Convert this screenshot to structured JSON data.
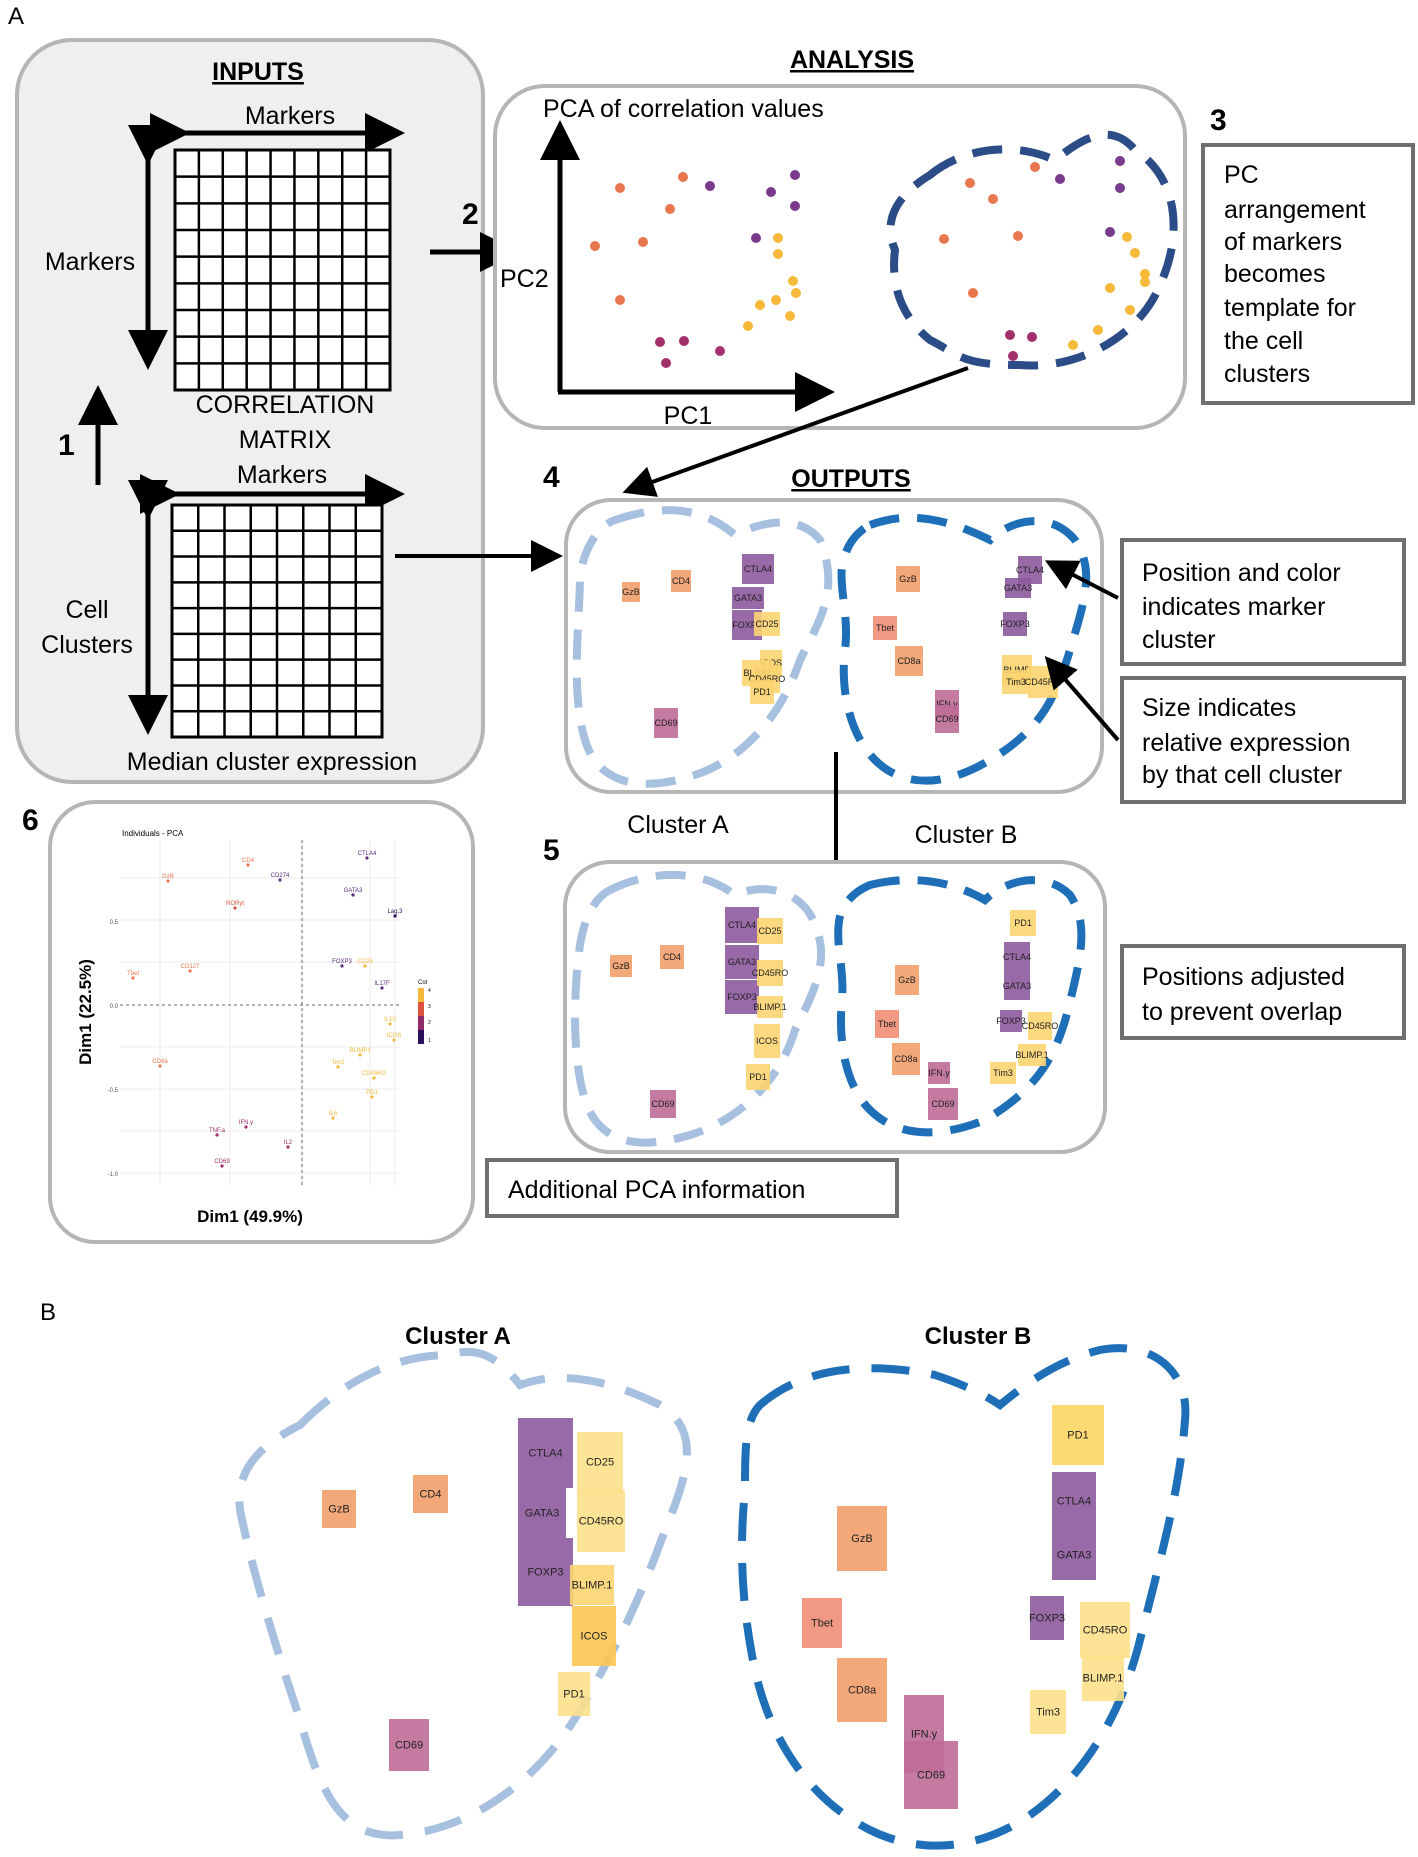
{
  "figure": {
    "panel_a_letter": "A",
    "panel_b_letter": "B"
  },
  "inputs": {
    "title": "INPUTS",
    "markers_top": "Markers",
    "markers_side": "Markers",
    "correlation_label_1": "CORRELATION",
    "correlation_label_2": "MATRIX",
    "markers_bottom": "Markers",
    "cell_label_1": "Cell",
    "cell_label_2": "Clusters",
    "median_label": "Median cluster expression"
  },
  "steps": {
    "s1": "1",
    "s2": "2",
    "s3": "3",
    "s4": "4",
    "s5": "5",
    "s6": "6"
  },
  "analysis": {
    "title": "ANALYSIS",
    "pca_title": "PCA of correlation values",
    "pc1": "PC1",
    "pc2": "PC2"
  },
  "note3": {
    "lines": [
      "PC",
      "arrangement",
      "of markers",
      "becomes",
      "template for",
      "the cell",
      "clusters"
    ]
  },
  "outputs": {
    "title": "OUTPUTS"
  },
  "note_pos": {
    "lines": [
      "Position and color",
      "indicates marker",
      "cluster"
    ]
  },
  "note_size": {
    "lines": [
      "Size indicates",
      "relative expression",
      "by that cell cluster"
    ]
  },
  "cluster_a_label": "Cluster A",
  "cluster_b_label": "Cluster B",
  "note_adjust": {
    "lines": [
      "Positions adjusted",
      "to prevent overlap"
    ]
  },
  "note_pca_info": "Additional PCA information",
  "pca6": {
    "title": "Individuals - PCA",
    "xlabel": "Dim1 (49.9%)",
    "ylabel": "Dim1 (22.5%)",
    "legend_title": "Col",
    "legend_ticks": [
      "4",
      "3",
      "2",
      "1"
    ],
    "yticks": [
      "0.5",
      "0.0",
      "-0.5",
      "-1.0"
    ],
    "points": [
      {
        "label": "GzB",
        "color": "#e8764f"
      },
      {
        "label": "CD4",
        "color": "#e8764f"
      },
      {
        "label": "CD274",
        "color": "#5a2d82"
      },
      {
        "label": "CTLA4",
        "color": "#5a2d82"
      },
      {
        "label": "GATA3",
        "color": "#5a2d82"
      },
      {
        "label": "RORyt",
        "color": "#d9533f"
      },
      {
        "label": "Lag.3",
        "color": "#2c0f5a"
      },
      {
        "label": "Tbet",
        "color": "#e8764f"
      },
      {
        "label": "CD127",
        "color": "#e8764f"
      },
      {
        "label": "FOXP3",
        "color": "#5a2d82"
      },
      {
        "label": "CD25",
        "color": "#f4b73c"
      },
      {
        "label": "IL17F",
        "color": "#5a2d82"
      },
      {
        "label": "IL10",
        "color": "#f4b73c"
      },
      {
        "label": "ICOS",
        "color": "#f4b73c"
      },
      {
        "label": "BLIMP1",
        "color": "#f4b73c"
      },
      {
        "label": "Tim3",
        "color": "#f4b73c"
      },
      {
        "label": "CD45RO",
        "color": "#f4b73c"
      },
      {
        "label": "PD1",
        "color": "#f4b73c"
      },
      {
        "label": "CD8a",
        "color": "#e8764f"
      },
      {
        "label": "IL6",
        "color": "#f4b73c"
      },
      {
        "label": "IFN.y",
        "color": "#a3306a"
      },
      {
        "label": "TNF.a",
        "color": "#a3306a"
      },
      {
        "label": "IL2",
        "color": "#a3306a"
      },
      {
        "label": "CD69",
        "color": "#a3306a"
      }
    ]
  },
  "panel_b": {
    "cluster_a": {
      "title": "Cluster A",
      "markers": [
        {
          "label": "GzB",
          "color": "#f29e6b"
        },
        {
          "label": "CD4",
          "color": "#f29e6b"
        },
        {
          "label": "CTLA4",
          "color": "#8e5a9e"
        },
        {
          "label": "GATA3",
          "color": "#8e5a9e"
        },
        {
          "label": "FOXP3",
          "color": "#8e5a9e"
        },
        {
          "label": "CD25",
          "color": "#fde08a"
        },
        {
          "label": "CD45RO",
          "color": "#fde08a"
        },
        {
          "label": "BLIMP.1",
          "color": "#fcd471"
        },
        {
          "label": "ICOS",
          "color": "#fcc652"
        },
        {
          "label": "PD1",
          "color": "#fde08a"
        },
        {
          "label": "CD69",
          "color": "#bf6b98"
        }
      ]
    },
    "cluster_b": {
      "title": "Cluster B",
      "markers": [
        {
          "label": "PD1",
          "color": "#fdd563"
        },
        {
          "label": "CTLA4",
          "color": "#8e5a9e"
        },
        {
          "label": "GATA3",
          "color": "#8e5a9e"
        },
        {
          "label": "GzB",
          "color": "#f29e6b"
        },
        {
          "label": "Tbet",
          "color": "#ef8e74"
        },
        {
          "label": "FOXP3",
          "color": "#8e5a9e"
        },
        {
          "label": "CD45RO",
          "color": "#fde08a"
        },
        {
          "label": "BLIMP.1",
          "color": "#fde08a"
        },
        {
          "label": "CD8a",
          "color": "#f29e6b"
        },
        {
          "label": "IFN.y",
          "color": "#bf6b98"
        },
        {
          "label": "CD69",
          "color": "#bf6b98"
        },
        {
          "label": "Tim3",
          "color": "#fde08a"
        }
      ]
    }
  },
  "outputs_a": [
    {
      "label": "GzB",
      "color": "#f29e6b"
    },
    {
      "label": "CD4",
      "color": "#f29e6b"
    },
    {
      "label": "CTLA4",
      "color": "#8e5a9e"
    },
    {
      "label": "GATA3",
      "color": "#8e5a9e"
    },
    {
      "label": "FOXP3",
      "color": "#8e5a9e"
    },
    {
      "label": "CD25",
      "color": "#fcd471"
    },
    {
      "label": "ICOS",
      "color": "#fcd471"
    },
    {
      "label": "BLIMP",
      "color": "#fcd471"
    },
    {
      "label": "CD45RO",
      "color": "#fcd471"
    },
    {
      "label": "PD1",
      "color": "#fcd471"
    },
    {
      "label": "CD69",
      "color": "#bf6b98"
    }
  ],
  "outputs_b": [
    {
      "label": "GzB",
      "color": "#f29e6b"
    },
    {
      "label": "Tbet",
      "color": "#ef8e74"
    },
    {
      "label": "CD8a",
      "color": "#f29e6b"
    },
    {
      "label": "IFN.y",
      "color": "#bf6b98"
    },
    {
      "label": "CD69",
      "color": "#bf6b98"
    },
    {
      "label": "CTLA4",
      "color": "#8e5a9e"
    },
    {
      "label": "GATA3",
      "color": "#8e5a9e"
    },
    {
      "label": "FOXP3",
      "color": "#8e5a9e"
    },
    {
      "label": "BLIMP",
      "color": "#fcd471"
    },
    {
      "label": "Tim3",
      "color": "#fcd471"
    },
    {
      "label": "CD45RO",
      "color": "#fcd471"
    }
  ],
  "adjusted_a": [
    {
      "label": "GzB",
      "color": "#f29e6b"
    },
    {
      "label": "CD4",
      "color": "#f29e6b"
    },
    {
      "label": "CTLA4",
      "color": "#8e5a9e"
    },
    {
      "label": "GATA3",
      "color": "#8e5a9e"
    },
    {
      "label": "FOXP3",
      "color": "#8e5a9e"
    },
    {
      "label": "CD25",
      "color": "#fcd471"
    },
    {
      "label": "CD45RO",
      "color": "#fcd471"
    },
    {
      "label": "BLIMP.1",
      "color": "#fcd471"
    },
    {
      "label": "ICOS",
      "color": "#fcd471"
    },
    {
      "label": "PD1",
      "color": "#fcd471"
    },
    {
      "label": "CD69",
      "color": "#bf6b98"
    }
  ],
  "adjusted_b": [
    {
      "label": "PD1",
      "color": "#fcd471"
    },
    {
      "label": "CTLA4",
      "color": "#8e5a9e"
    },
    {
      "label": "GATA3",
      "color": "#8e5a9e"
    },
    {
      "label": "GzB",
      "color": "#f29e6b"
    },
    {
      "label": "Tbet",
      "color": "#ef8e74"
    },
    {
      "label": "FOXP3",
      "color": "#8e5a9e"
    },
    {
      "label": "CD45RO",
      "color": "#fcd471"
    },
    {
      "label": "BLIMP.1",
      "color": "#fcd471"
    },
    {
      "label": "CD8a",
      "color": "#f29e6b"
    },
    {
      "label": "IFN.y",
      "color": "#bf6b98"
    },
    {
      "label": "Tim3",
      "color": "#fcd471"
    },
    {
      "label": "CD69",
      "color": "#bf6b98"
    }
  ],
  "colors": {
    "panel_border": "#b5b5b5",
    "inputs_fill": "#efefef",
    "note_border": "#6f6f6f",
    "outline_light": "#a7c0e0",
    "outline_dark": "#1f6fb8",
    "outline_navy": "#2b4c86",
    "orange": "#f29e6b",
    "purple": "#8e5a9e",
    "yellow": "#fcd471",
    "pink": "#bf6b98"
  }
}
